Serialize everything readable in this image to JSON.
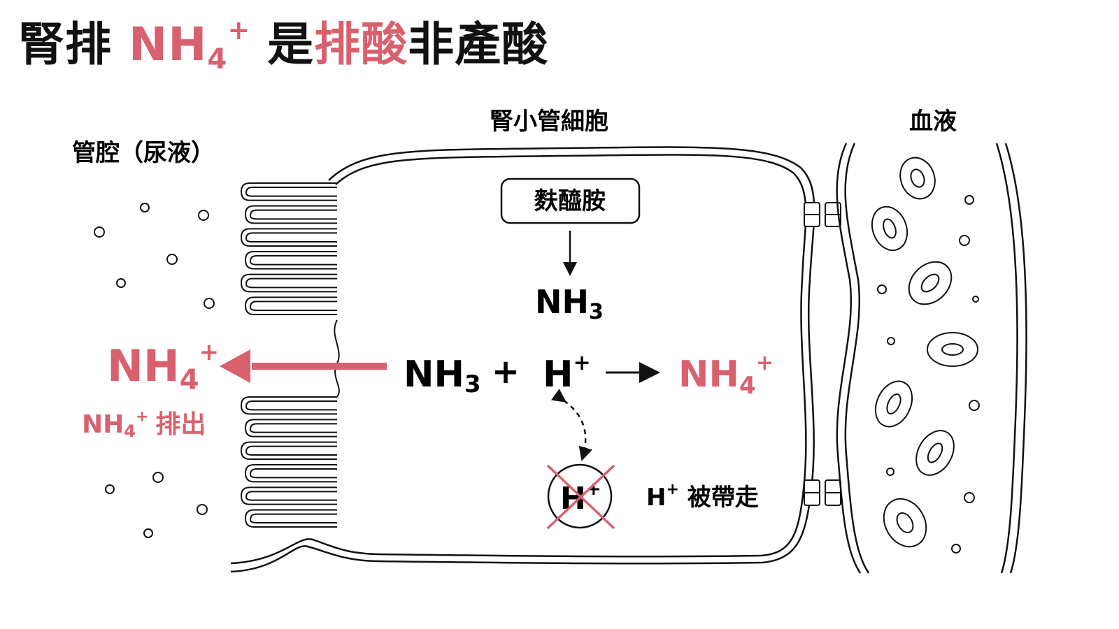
{
  "title": {
    "part1": "腎排",
    "nh": "NH",
    "sub4": "4",
    "sup_plus": "+",
    "part2": "是",
    "part3": "排酸",
    "part4": "非產酸"
  },
  "labels": {
    "lumen": "管腔（尿液）",
    "cell": "腎小管細胞",
    "blood": "血液",
    "glutamine": "麩醯胺",
    "excretion_prefix": "NH",
    "excretion_suffix": "排出",
    "h_carried": "被帶走"
  },
  "formula": {
    "nh3_base": "NH",
    "nh3_sub": "3",
    "nh4_base": "NH",
    "nh4_sub": "4",
    "plus_sup": "+",
    "plus_sign": "+",
    "h_base": "H"
  },
  "colors": {
    "accent": "#d9606e",
    "ink": "#111111",
    "cross": "#d9606e"
  }
}
